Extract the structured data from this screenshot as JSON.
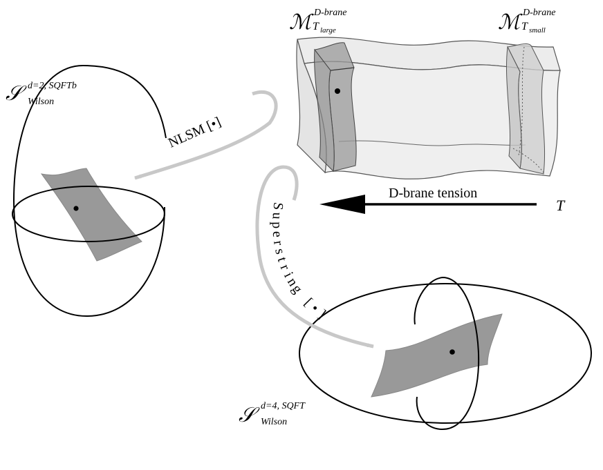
{
  "labels": {
    "m_large": {
      "symbol": "ℳ",
      "sup": "D-brane",
      "sub": "T",
      "subsub": "large"
    },
    "m_small": {
      "symbol": "ℳ",
      "sup": "D-brane",
      "sub": "T",
      "subsub": "small"
    },
    "s_d2": {
      "symbol": "𝒮",
      "sup": "d=2, SQFTb",
      "sub": "Wilson"
    },
    "s_d4": {
      "symbol": "𝒮",
      "sup": "d=4, SQFT",
      "sub": "Wilson"
    }
  },
  "arrows": {
    "nlsm": "NLSM [•]",
    "superstring_letters": [
      "S",
      "u",
      "p",
      "e",
      "r",
      "s",
      "t",
      "r",
      "i",
      "n",
      "g",
      " ",
      "[",
      "•",
      "]"
    ],
    "tension": "D-brane  tension",
    "tension_var": "T"
  },
  "colors": {
    "ink": "#000000",
    "gray_arrow": "#c8c8c8",
    "sheet": "#999999",
    "sheet_dark": "#8c8c8c",
    "box_face": "#e8e8e8",
    "box_stroke": "#555555"
  }
}
